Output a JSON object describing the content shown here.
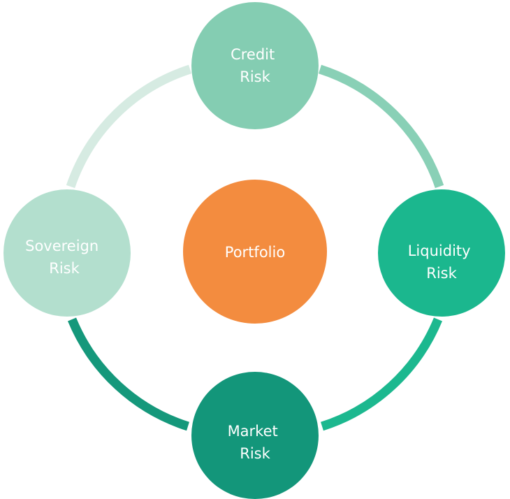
{
  "center": {
    "label": "Portfolio",
    "color": "#f38c3f"
  },
  "nodes": [
    {
      "id": "credit",
      "lines": [
        "Credit",
        "Risk"
      ],
      "color": "#84cdb2"
    },
    {
      "id": "liquidity",
      "lines": [
        "Liquidity",
        "Risk"
      ],
      "color": "#1bb78e"
    },
    {
      "id": "market",
      "lines": [
        "Market",
        "Risk"
      ],
      "color": "#13967a"
    },
    {
      "id": "sovereign",
      "lines": [
        "Sovereign",
        "Risk"
      ],
      "color": "#b3dfce"
    }
  ],
  "ring_arcs": [
    {
      "from": "credit",
      "to": "liquidity",
      "color": "#89d0b6"
    },
    {
      "from": "liquidity",
      "to": "market",
      "color": "#1cb88f"
    },
    {
      "from": "market",
      "to": "sovereign",
      "color": "#15987b"
    },
    {
      "from": "sovereign",
      "to": "credit",
      "color": "#d6ebe2"
    }
  ]
}
